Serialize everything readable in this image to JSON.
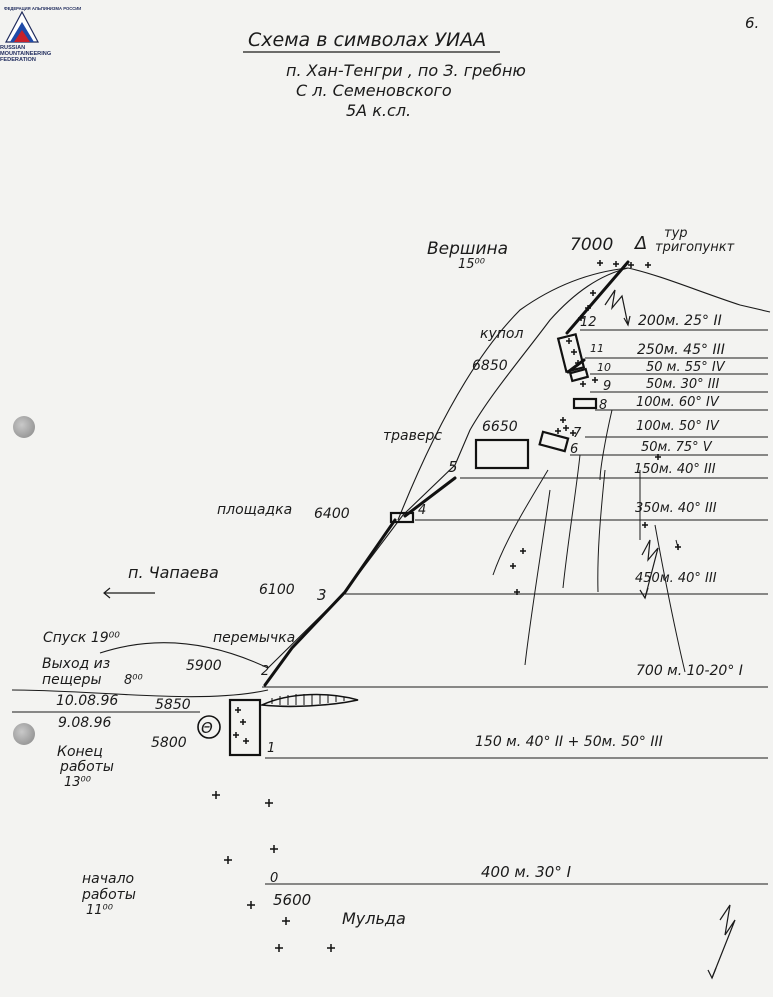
{
  "page_number": "6.",
  "logo": {
    "top_text": "ФЕДЕРАЦИЯ АЛЬПИНИЗМА РОССИИ",
    "line1": "RUSSIAN",
    "line2": "MOUNTAINEERING",
    "line3": "FEDERATION"
  },
  "header": {
    "title": "Схема в символах УИАА",
    "line1": "п. Хан-Тенгри , по З. гребню",
    "line2": "С л. Семеновского",
    "line3": "5А к.сл."
  },
  "summit": {
    "label": "Вершина",
    "time": "15⁰⁰",
    "altitude": "7000",
    "triangle": "Δ",
    "tur": "тур",
    "trigopunkt": "тригопункт"
  },
  "features": {
    "kupol": "купол",
    "alt_6850": "6850",
    "travers": "траверс",
    "alt_6650": "6650",
    "ploshadka": "площадка",
    "alt_6400": "6400",
    "chapaeva": "п. Чапаева",
    "alt_6100": "6100",
    "spusk": "Спуск 19⁰⁰",
    "peremychka": "перемычка",
    "vyhod_line1": "Выход из",
    "vyhod_line2": "пещеры",
    "vyhod_time": "8⁰⁰",
    "alt_5900": "5900",
    "date1": "10.08.96",
    "alt_5850": "5850",
    "date2": "9.08.96",
    "alt_5800": "5800",
    "konets_line1": "Конец",
    "konets_line2": "работы",
    "konets_time": "13⁰⁰",
    "nachalo_line1": "начало",
    "nachalo_line2": "работы",
    "nachalo_time": "11⁰⁰",
    "alt_5600": "5600",
    "mulda": "Мульда",
    "cave_symbol": "Θ"
  },
  "stations": [
    "0",
    "1",
    "2",
    "3",
    "4",
    "5",
    "6",
    "7",
    "8",
    "9",
    "10",
    "11",
    "12"
  ],
  "sections": {
    "s12": "200м. 25° II",
    "s11": "250м. 45° III",
    "s10": "50 м. 55° IV",
    "s9": "50м. 30° III",
    "s8": "100м. 60° IV",
    "s7": "100м. 50° IV",
    "s6": "50м. 75° V",
    "s5": "150м. 40° III",
    "s4": "350м. 40° III",
    "s3": "450м. 40° III",
    "s2": "700 м. 10-20° I",
    "s1": "150 м. 40° II + 50м. 50° III",
    "s0": "400 м. 30° I"
  }
}
